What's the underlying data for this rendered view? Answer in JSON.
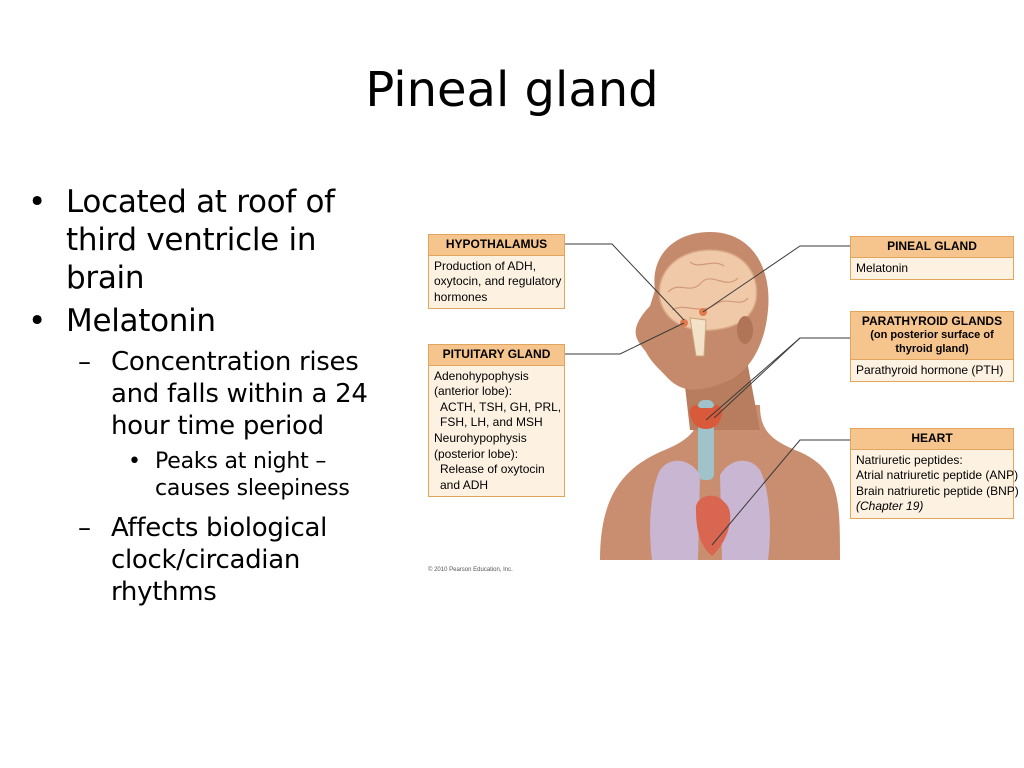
{
  "slide": {
    "title": "Pineal gland",
    "bullets": {
      "b1_lines": [
        "Located at roof of",
        "third ventricle in",
        "brain"
      ],
      "b2": "Melatonin",
      "b2_sub1_lines": [
        "Concentration rises",
        "and falls within a 24",
        "hour time period"
      ],
      "b2_sub1_sub_lines": [
        "Peaks at night –",
        "causes sleepiness"
      ],
      "b2_sub2_lines": [
        "Affects biological",
        "clock/circadian",
        "rhythms"
      ]
    },
    "bullet_marks": {
      "level1": "•",
      "level2": "–",
      "level3": "•"
    }
  },
  "figure": {
    "hypothalamus": {
      "header": "HYPOTHALAMUS",
      "lines": [
        "Production of ADH,",
        "oxytocin, and regulatory",
        "hormones"
      ]
    },
    "pituitary": {
      "header": "PITUITARY GLAND",
      "lines": [
        "Adenohypophysis",
        "(anterior lobe):",
        "  ACTH, TSH, GH, PRL,",
        "  FSH, LH, and MSH",
        "Neurohypophysis",
        "(posterior lobe):",
        "  Release of oxytocin",
        "  and ADH"
      ]
    },
    "pineal": {
      "header": "PINEAL GLAND",
      "lines": [
        "Melatonin"
      ]
    },
    "parathyroid": {
      "header_lines": [
        "PARATHYROID GLANDS",
        "(on posterior surface of",
        "thyroid gland)"
      ],
      "lines": [
        "Parathyroid hormone (PTH)"
      ]
    },
    "heart": {
      "header": "HEART",
      "lines": [
        "Natriuretic peptides:",
        "Atrial natriuretic peptide (ANP)",
        "Brain natriuretic peptide (BNP)",
        "(Chapter 19)"
      ]
    },
    "copyright": "© 2010 Pearson Education, Inc.",
    "colors": {
      "skin": "#c98e6f",
      "skin_shadow": "#a86f52",
      "brain": "#f0c9a8",
      "lungs": "#c9b6d2",
      "trachea": "#9fc3c9",
      "thyroid": "#d85a3a",
      "box_fill": "#fdf1e2",
      "box_header": "#f6c48d",
      "box_border": "#e3a45e"
    }
  }
}
